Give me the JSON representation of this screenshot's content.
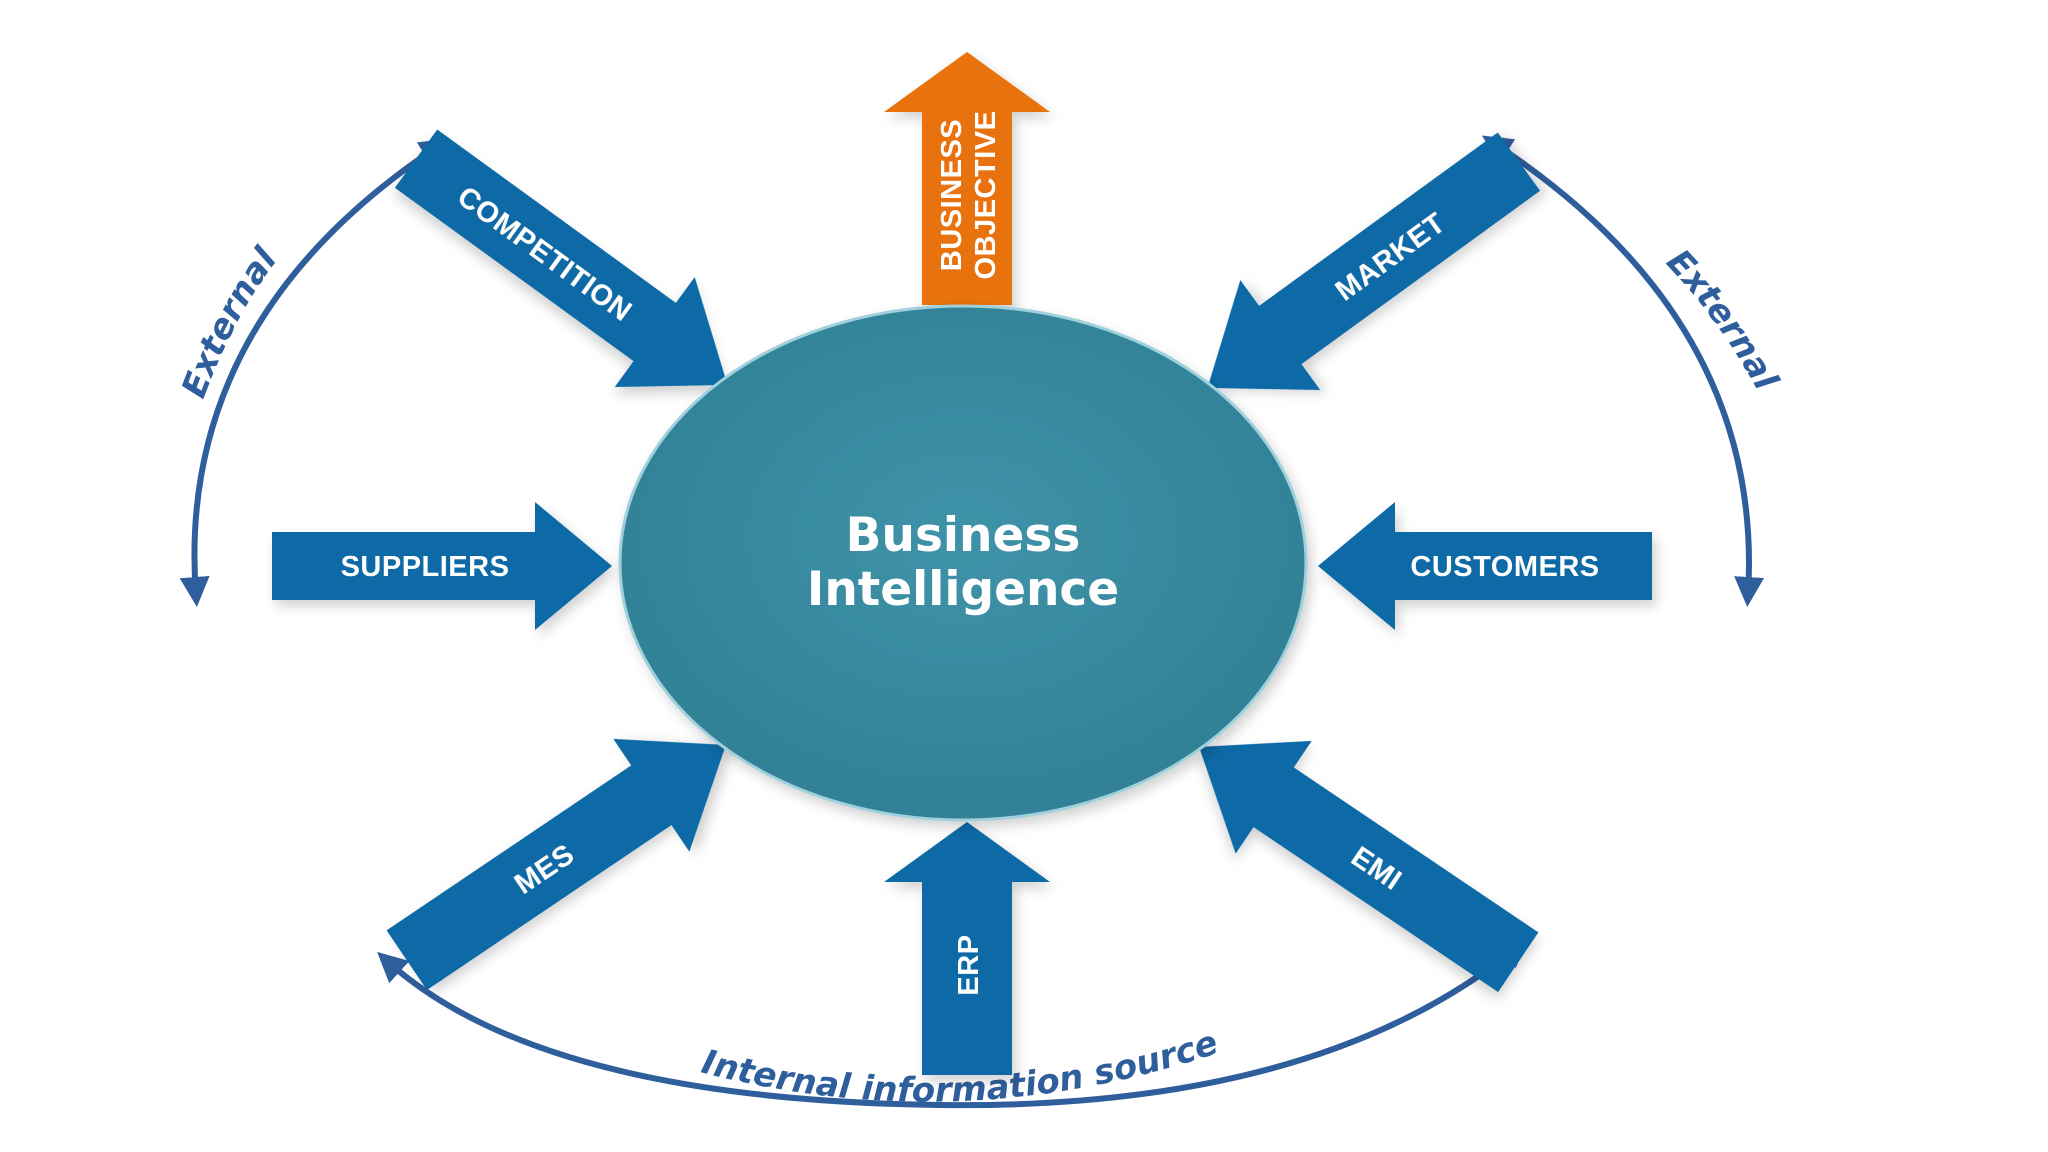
{
  "center": {
    "line1": "Business",
    "line2": "Intelligence",
    "fill": "#3a8a9e"
  },
  "arrows": {
    "objective": {
      "line1": "BUSINESS",
      "line2": "OBJECTIVE",
      "color": "#e8720f"
    },
    "competition": {
      "label": "COMPETITION",
      "color": "#0a6aa6"
    },
    "market": {
      "label": "MARKET",
      "color": "#0a6aa6"
    },
    "suppliers": {
      "label": "SUPPLIERS",
      "color": "#0a6aa6"
    },
    "customers": {
      "label": "CUSTOMERS",
      "color": "#0a6aa6"
    },
    "mes": {
      "label": "MES",
      "color": "#0a6aa6"
    },
    "erp": {
      "label": "ERP",
      "color": "#0a6aa6"
    },
    "emi": {
      "label": "EMI",
      "color": "#0a6aa6"
    }
  },
  "ring_labels": {
    "external_left": "External",
    "external_right": "External",
    "internal": "Internal information sources"
  },
  "ring_color": "#2f5e9c"
}
